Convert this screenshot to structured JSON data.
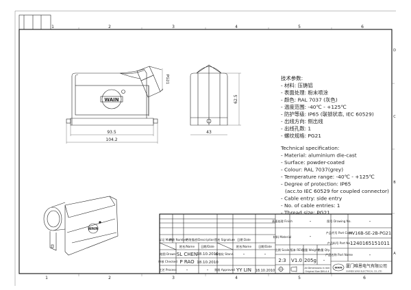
{
  "sheet": {
    "column_numbers": [
      "1",
      "2",
      "3",
      "4",
      "5",
      "6"
    ],
    "row_letters": [
      "D",
      "C",
      "B",
      "A"
    ]
  },
  "views": {
    "front": {
      "logo": "WAIN",
      "dim_inner": "93.5",
      "dim_outer": "104.2",
      "dim_thread": "PG21"
    },
    "side": {
      "dim_width": "43",
      "dim_height": "62.5"
    },
    "iso": {
      "logo": "WAIN"
    }
  },
  "spec_cn": {
    "heading": "技术参数:",
    "lines": [
      "- 材料: 压铸铝",
      "- 表面处理: 粉末喷涂",
      "- 颜色: RAL 7037 (灰色)",
      "- 温度范围: -40℃ - +125℃",
      "- 防护等级: IP65 (联锁状态, IEC 60529)",
      "- 出线方向: 侧出线",
      "- 出线孔数: 1",
      "- 螺纹规格: PG21"
    ]
  },
  "spec_en": {
    "heading": "Technical specification:",
    "lines": [
      "- Material: aluminium die-cast",
      "- Surface: powder-coated",
      "- Colour: RAL 7037(grey)",
      "- Temperature range: -40℃ - +125℃",
      "- Degree of protection: IP65",
      "  (acc.to IEC 60529 for coupled connector)",
      "- Cable entry: side entry",
      "- No. of cable entries: 1",
      "- Thread size: PG21"
    ]
  },
  "title_block": {
    "mark": "标记 Mark",
    "number": "更改 Number",
    "description": "更改描述/Description",
    "signature": "签名 Signature",
    "date": "日期 Date",
    "name_hdr": "姓名/Name",
    "date_hdr": "日期/Date",
    "name_hdr2": "姓名/Name",
    "date_hdr2": "日期/Date",
    "drawn_label": "绘图 Drawn",
    "drawn_name": "SL CHEN",
    "drawn_date": "18.10.2010",
    "stand_label": "标准化 Stand.",
    "stand_name": "-",
    "stand_date": "-",
    "checked_label": "审核 Checked",
    "checked_name": "P RAO",
    "checked_date": "18.10.2010",
    "process_label": "工艺 Process",
    "process_name": "-",
    "process_date": "-",
    "approved_label": "批准 Approved",
    "approved_name": "YY LIN",
    "approved_date": "18.10.2010",
    "finish_label": "表面处理 Finish",
    "finish_value": "-",
    "material_label": "材料 Material",
    "material_value": "-",
    "scale_label": "比例 Scale",
    "scale_value": "2:3",
    "rev_label": "版本 REV.",
    "rev_value": "V1.0",
    "weight_label": "重量 Weight",
    "weight_value": "205g",
    "qty_label": "数量 Qty.",
    "qty_value": "-",
    "dims_note_1": "All Dimensions in mm",
    "dims_note_2": "Original Size DIN A 4",
    "drawing_no_label": "图号 Drawing No.",
    "drawing_no_value": "-",
    "part_code_label": "产品代号 Part Code",
    "part_code_value": "HV16B-SE-2B-PG21",
    "part_no_label": "产品料号 Part No.",
    "part_no_value": "1240165151011",
    "part_name_label": "产品名称 Part Name",
    "part_name_value": "-",
    "company_logo": "WAIN",
    "company_cn": "厦门唯恩电气有限公司",
    "company_en": "XIAMEN WAIN ELECTRICAL CO.,LTD"
  }
}
